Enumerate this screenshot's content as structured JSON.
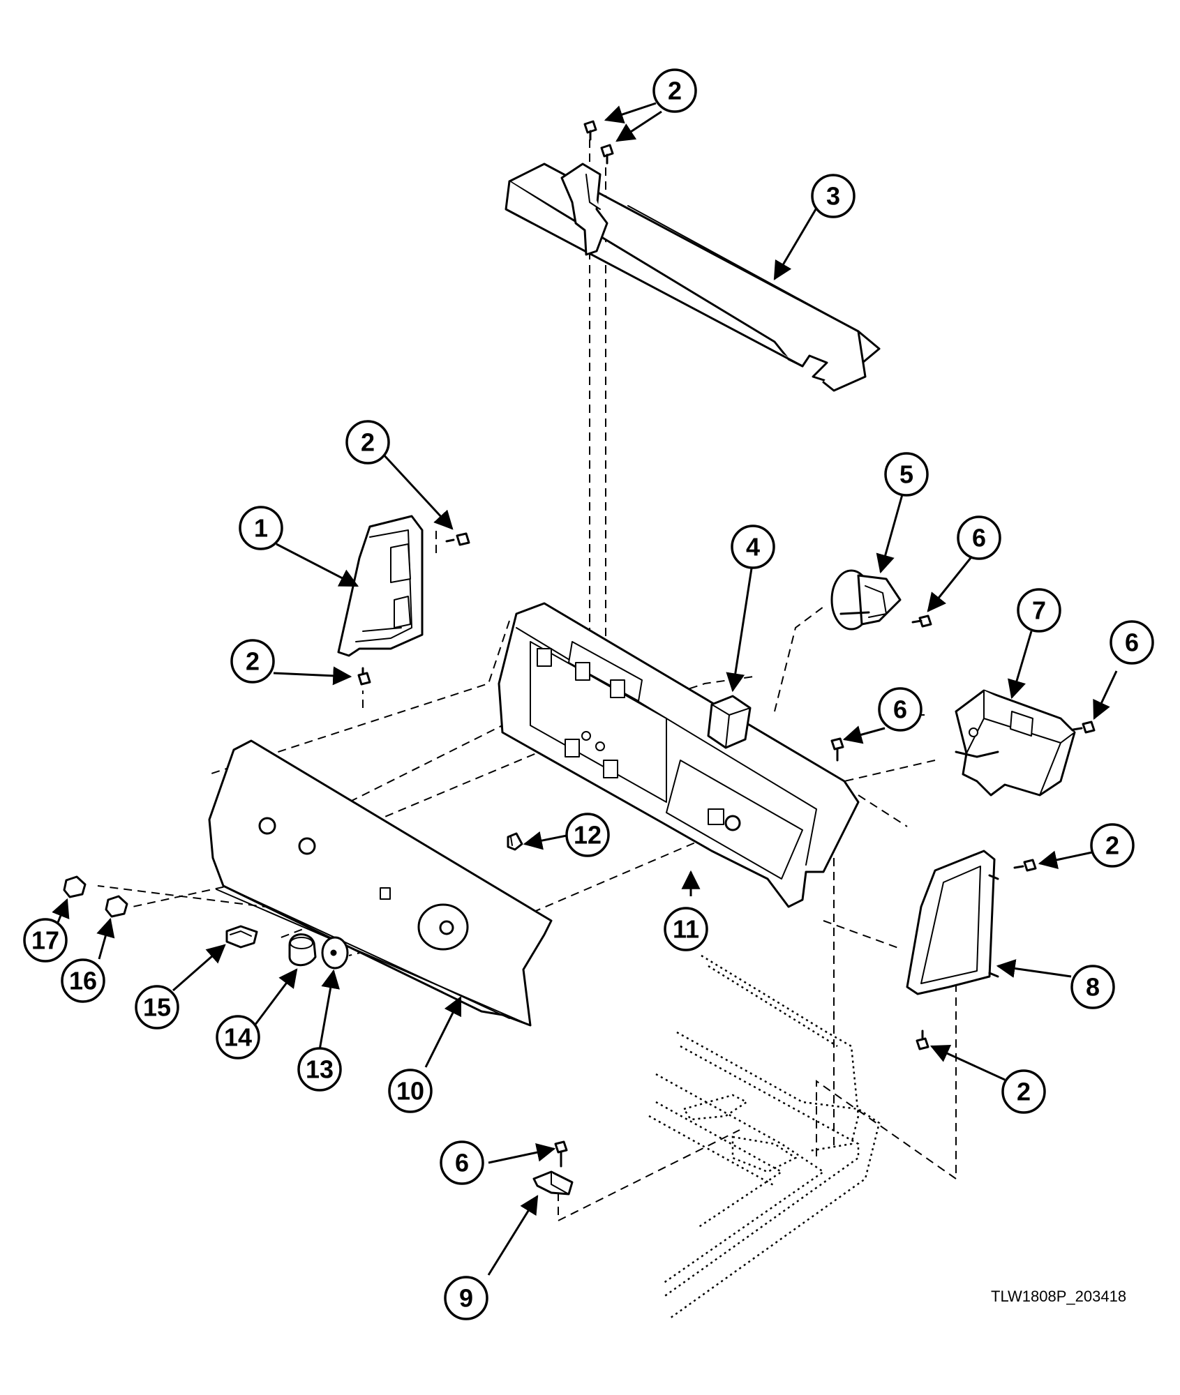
{
  "drawing_id": "TLW1808P_203418",
  "callouts": [
    "2",
    "3",
    "2",
    "1",
    "2",
    "4",
    "5",
    "6",
    "7",
    "6",
    "6",
    "12",
    "2",
    "11",
    "8",
    "17",
    "16",
    "15",
    "14",
    "13",
    "10",
    "2",
    "6",
    "9"
  ],
  "colors": {
    "line": "#000000",
    "background": "#ffffff"
  },
  "icons": [
    "arrowhead-icon"
  ]
}
